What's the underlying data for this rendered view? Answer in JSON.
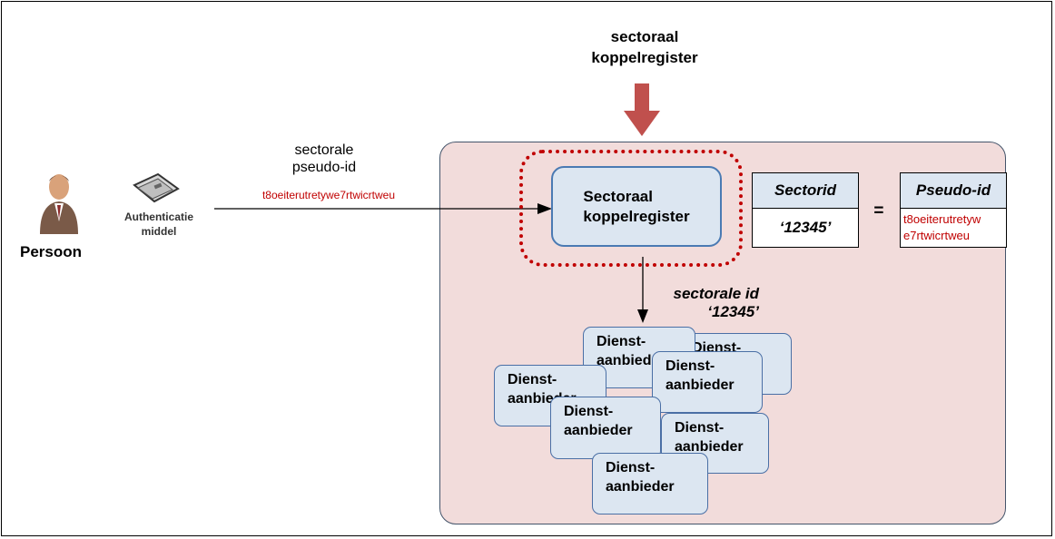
{
  "top_title": {
    "line1": "sectoraal",
    "line2": "koppelregister"
  },
  "person": {
    "label": "Persoon"
  },
  "auth": {
    "line1": "Authenticatie",
    "line2": "middel"
  },
  "flow": {
    "line1": "sectorale",
    "line2": "pseudo-id",
    "pseudo_value": "t8oeiterutretywe7rtwicrtweu"
  },
  "register": {
    "line1": "Sectoraal",
    "line2": "koppelregister"
  },
  "table": {
    "sectorid_header": "Sectorid",
    "sectorid_value": "‘12345’",
    "equals": "=",
    "pseudo_header": "Pseudo-id",
    "pseudo_value_line1": "t8oeiterutretyw",
    "pseudo_value_line2": "e7rtwicrtweu"
  },
  "down_label": {
    "line1": "sectorale id",
    "line2": "‘12345’"
  },
  "provider": {
    "line1": "Dienst-",
    "line2": "aanbieder"
  },
  "colors": {
    "domain_fill": "#f2dcdb",
    "box_fill": "#dce6f1",
    "accent_red": "#c00000",
    "arrow_red": "#c0504d"
  }
}
